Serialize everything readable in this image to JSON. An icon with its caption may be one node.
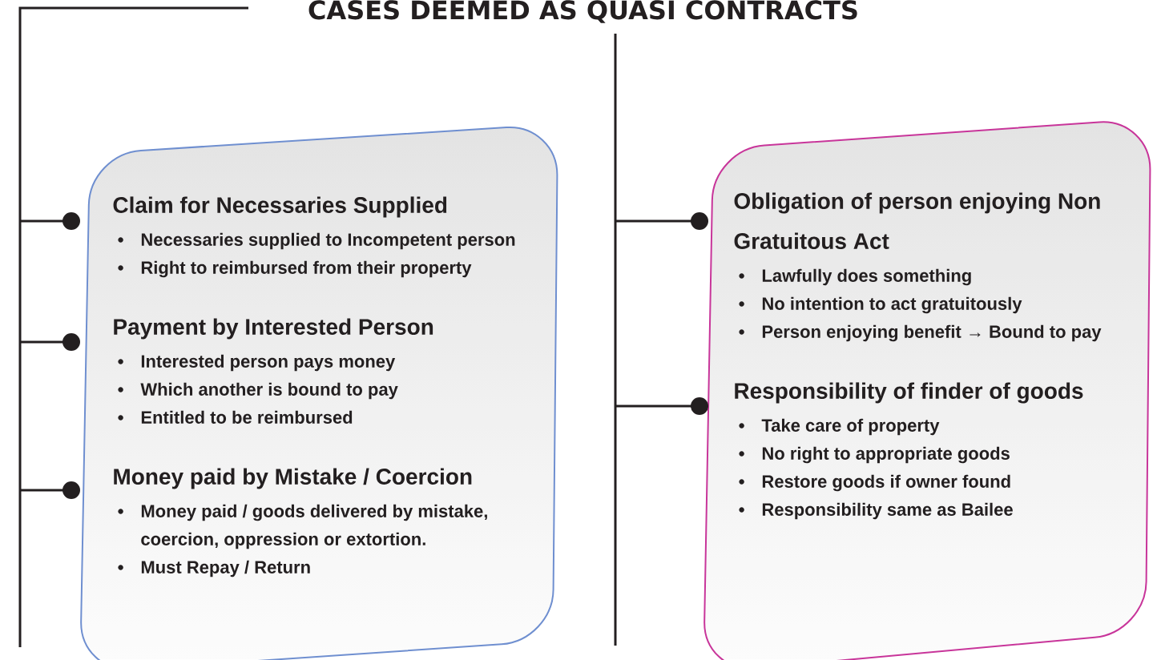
{
  "diagram": {
    "title": "CASES DEEMED AS QUASI CONTRACTS",
    "nodes": [
      {
        "text": [
          "Claim for Necessaries Supplied",
          "Necessaries supplied to Incompetent person",
          "Right to reimbursed from their property",
          "Payment by Interested Person",
          "Interested person pays money",
          "Which another is bound to pay",
          "Entitled to be reimbursed",
          "Money paid by Mistake / Coercion",
          "Money paid / goods delivered by mistake, coercion, oppression or extortion.",
          "Must Repay / Return"
        ]
      },
      {
        "text": [
          "Obligation of person enjoying Non Gratuitous Act",
          "Lawfully does something",
          "No intention to act gratuitously",
          "Person enjoying benefit → Bound to pay",
          "Responsibility of finder of goods",
          "Take care of property",
          "No right to appropriate goods",
          "Restore goods if owner found",
          "Responsibility same as Bailee"
        ]
      }
    ],
    "edges": [
      {
        "from": null,
        "to": 0,
        "arrow": "other"
      },
      {
        "from": null,
        "to": 0,
        "arrow": "other"
      },
      {
        "from": null,
        "to": 0,
        "arrow": "other"
      },
      {
        "from": null,
        "to": 1,
        "arrow": "other"
      },
      {
        "from": null,
        "to": 1,
        "arrow": "other"
      }
    ]
  }
}
